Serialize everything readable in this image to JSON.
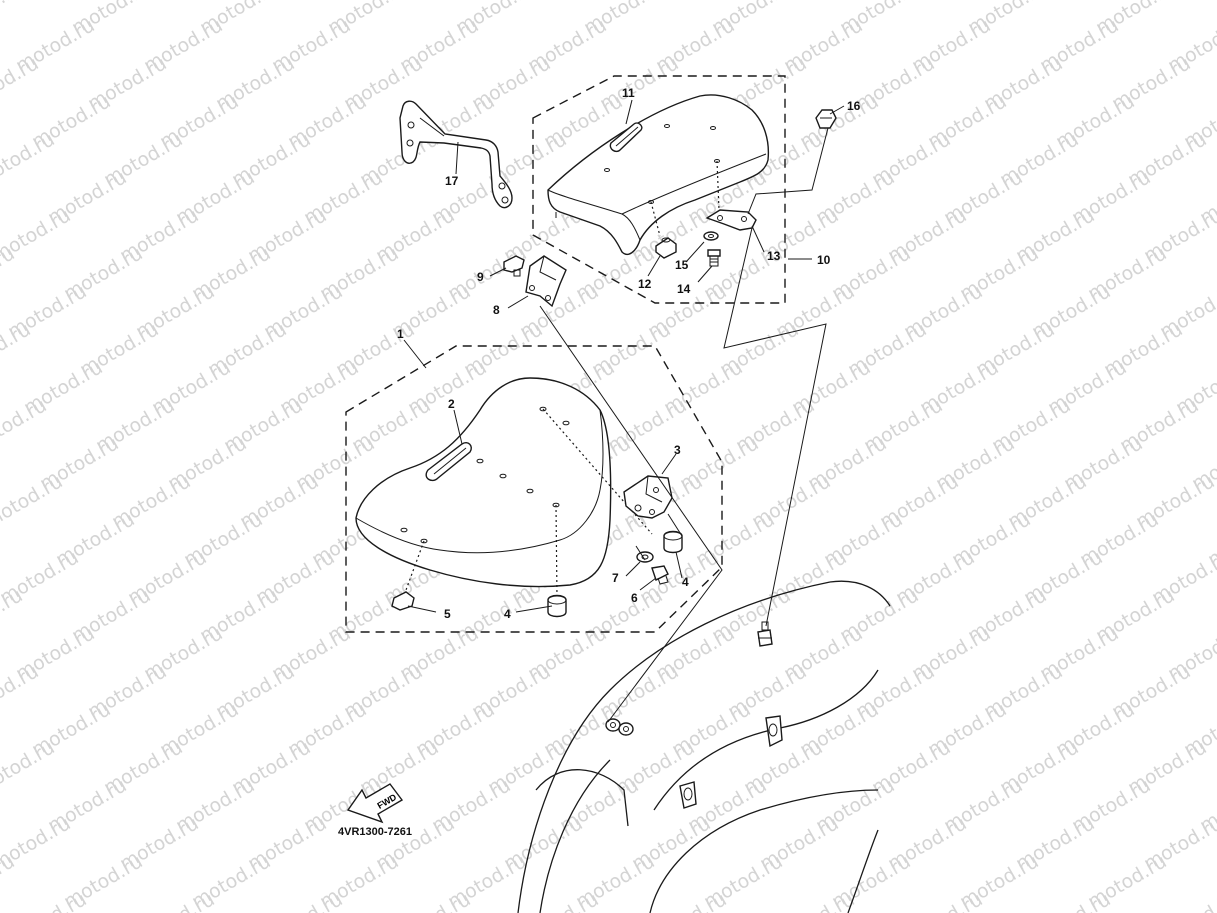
{
  "diagram": {
    "watermark": "motod.ru",
    "part_code": "4VR1300-7261",
    "fwd_label": "FWD",
    "callouts": [
      {
        "id": "1",
        "text": "1"
      },
      {
        "id": "2",
        "text": "2"
      },
      {
        "id": "3",
        "text": "3"
      },
      {
        "id": "4a",
        "text": "4"
      },
      {
        "id": "4b",
        "text": "4"
      },
      {
        "id": "5",
        "text": "5"
      },
      {
        "id": "6",
        "text": "6"
      },
      {
        "id": "7",
        "text": "7"
      },
      {
        "id": "8",
        "text": "8"
      },
      {
        "id": "9",
        "text": "9"
      },
      {
        "id": "10",
        "text": "10"
      },
      {
        "id": "11",
        "text": "11"
      },
      {
        "id": "12",
        "text": "12"
      },
      {
        "id": "13",
        "text": "13"
      },
      {
        "id": "14",
        "text": "14"
      },
      {
        "id": "15",
        "text": "15"
      },
      {
        "id": "16",
        "text": "16"
      },
      {
        "id": "17",
        "text": "17"
      }
    ]
  }
}
